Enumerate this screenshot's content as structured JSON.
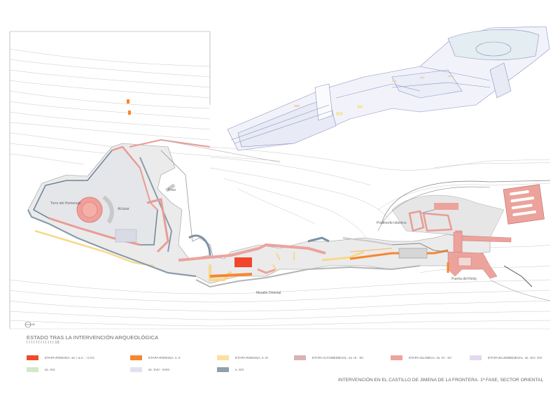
{
  "plan": {
    "labels": {
      "torre": "Torre del Homenaje",
      "alcazar": "Alcázar",
      "foso": "Foso",
      "murallo": "Murallo Oriental",
      "postmorto": "Postmorto Islámico",
      "puerta": "Puerta del Reloj"
    },
    "north_arrow": "N"
  },
  "legend": {
    "title": "ESTADO TRAS LA INTERVENCIÓN ARQUEOLÓGICA",
    "scale": "I I I I I I I I I I I I 10",
    "items": [
      {
        "label": "ETAPA ROMANA. ss. I a.C. - II d.C",
        "color": "#f04a2a"
      },
      {
        "label": "ETAPA ROMANA. s. II",
        "color": "#f7862f"
      },
      {
        "label": "ETAPA ROMANA. s. III",
        "color": "#fbe1a0"
      },
      {
        "label": "ETAPA ALTOMEDIEVAL. ss. III - XII",
        "color": "#d9b2b6"
      },
      {
        "label": "ETAPA ISLÁMICA. ss. XI - XV",
        "color": "#eea49d"
      },
      {
        "label": "ETAPA BAJOMEDIEVAL. ss. XIV- XVI",
        "color": "#e3d8f0"
      },
      {
        "label": "ss. XVI",
        "color": "#d3e8c7"
      },
      {
        "label": "ss. XVII - XVIII",
        "color": "#e2e2ef"
      },
      {
        "label": "s. XIX",
        "color": "#8fa0ae"
      }
    ]
  },
  "footer": {
    "title": "INTERVENCIÓN EN EL CASTILLO DE JIMENA DE LA FRONTERA. 1ª FASE, SECTOR ORIENTAL"
  }
}
